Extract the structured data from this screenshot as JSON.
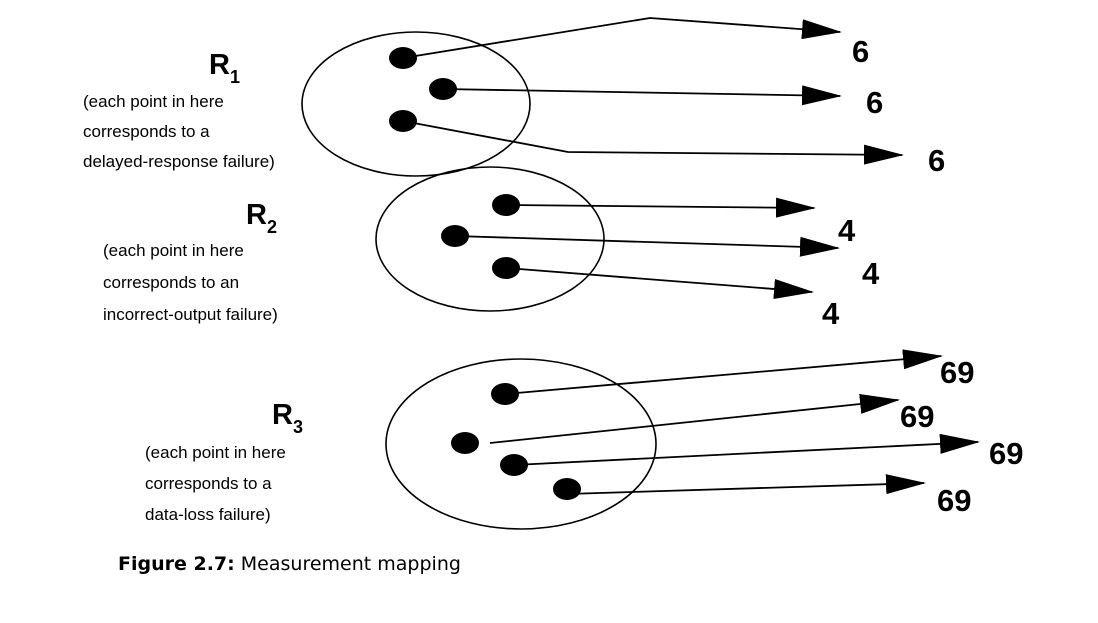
{
  "sets": [
    {
      "label_main": "R",
      "label_sub": "1",
      "description": [
        "(each point in here",
        "corresponds to a",
        "delayed-response failure)"
      ],
      "values": [
        "6",
        "6",
        "6"
      ]
    },
    {
      "label_main": "R",
      "label_sub": "2",
      "description": [
        "(each point in here",
        "corresponds to an",
        "incorrect-output failure)"
      ],
      "values": [
        "4",
        "4",
        "4"
      ]
    },
    {
      "label_main": "R",
      "label_sub": "3",
      "description": [
        "(each point in here",
        "corresponds to a",
        "data-loss failure)"
      ],
      "values": [
        "69",
        "69",
        "69",
        "69"
      ]
    }
  ],
  "caption": {
    "label": "Figure 2.7:",
    "text": " Measurement mapping"
  }
}
